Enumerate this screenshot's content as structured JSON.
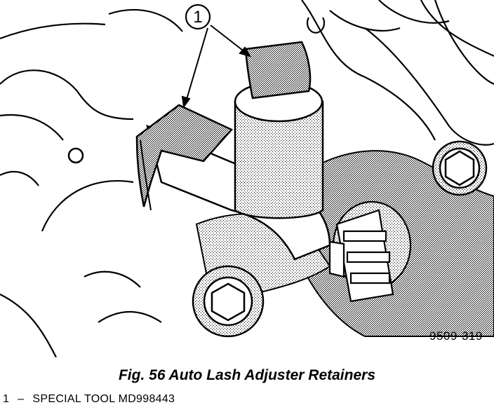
{
  "figure": {
    "callout_label": "1",
    "figure_number": "9509-319",
    "caption": "Fig. 56 Auto Lash Adjuster Retainers"
  },
  "legend": [
    {
      "number": "1",
      "separator": "–",
      "text": "SPECIAL TOOL MD998443"
    }
  ]
}
